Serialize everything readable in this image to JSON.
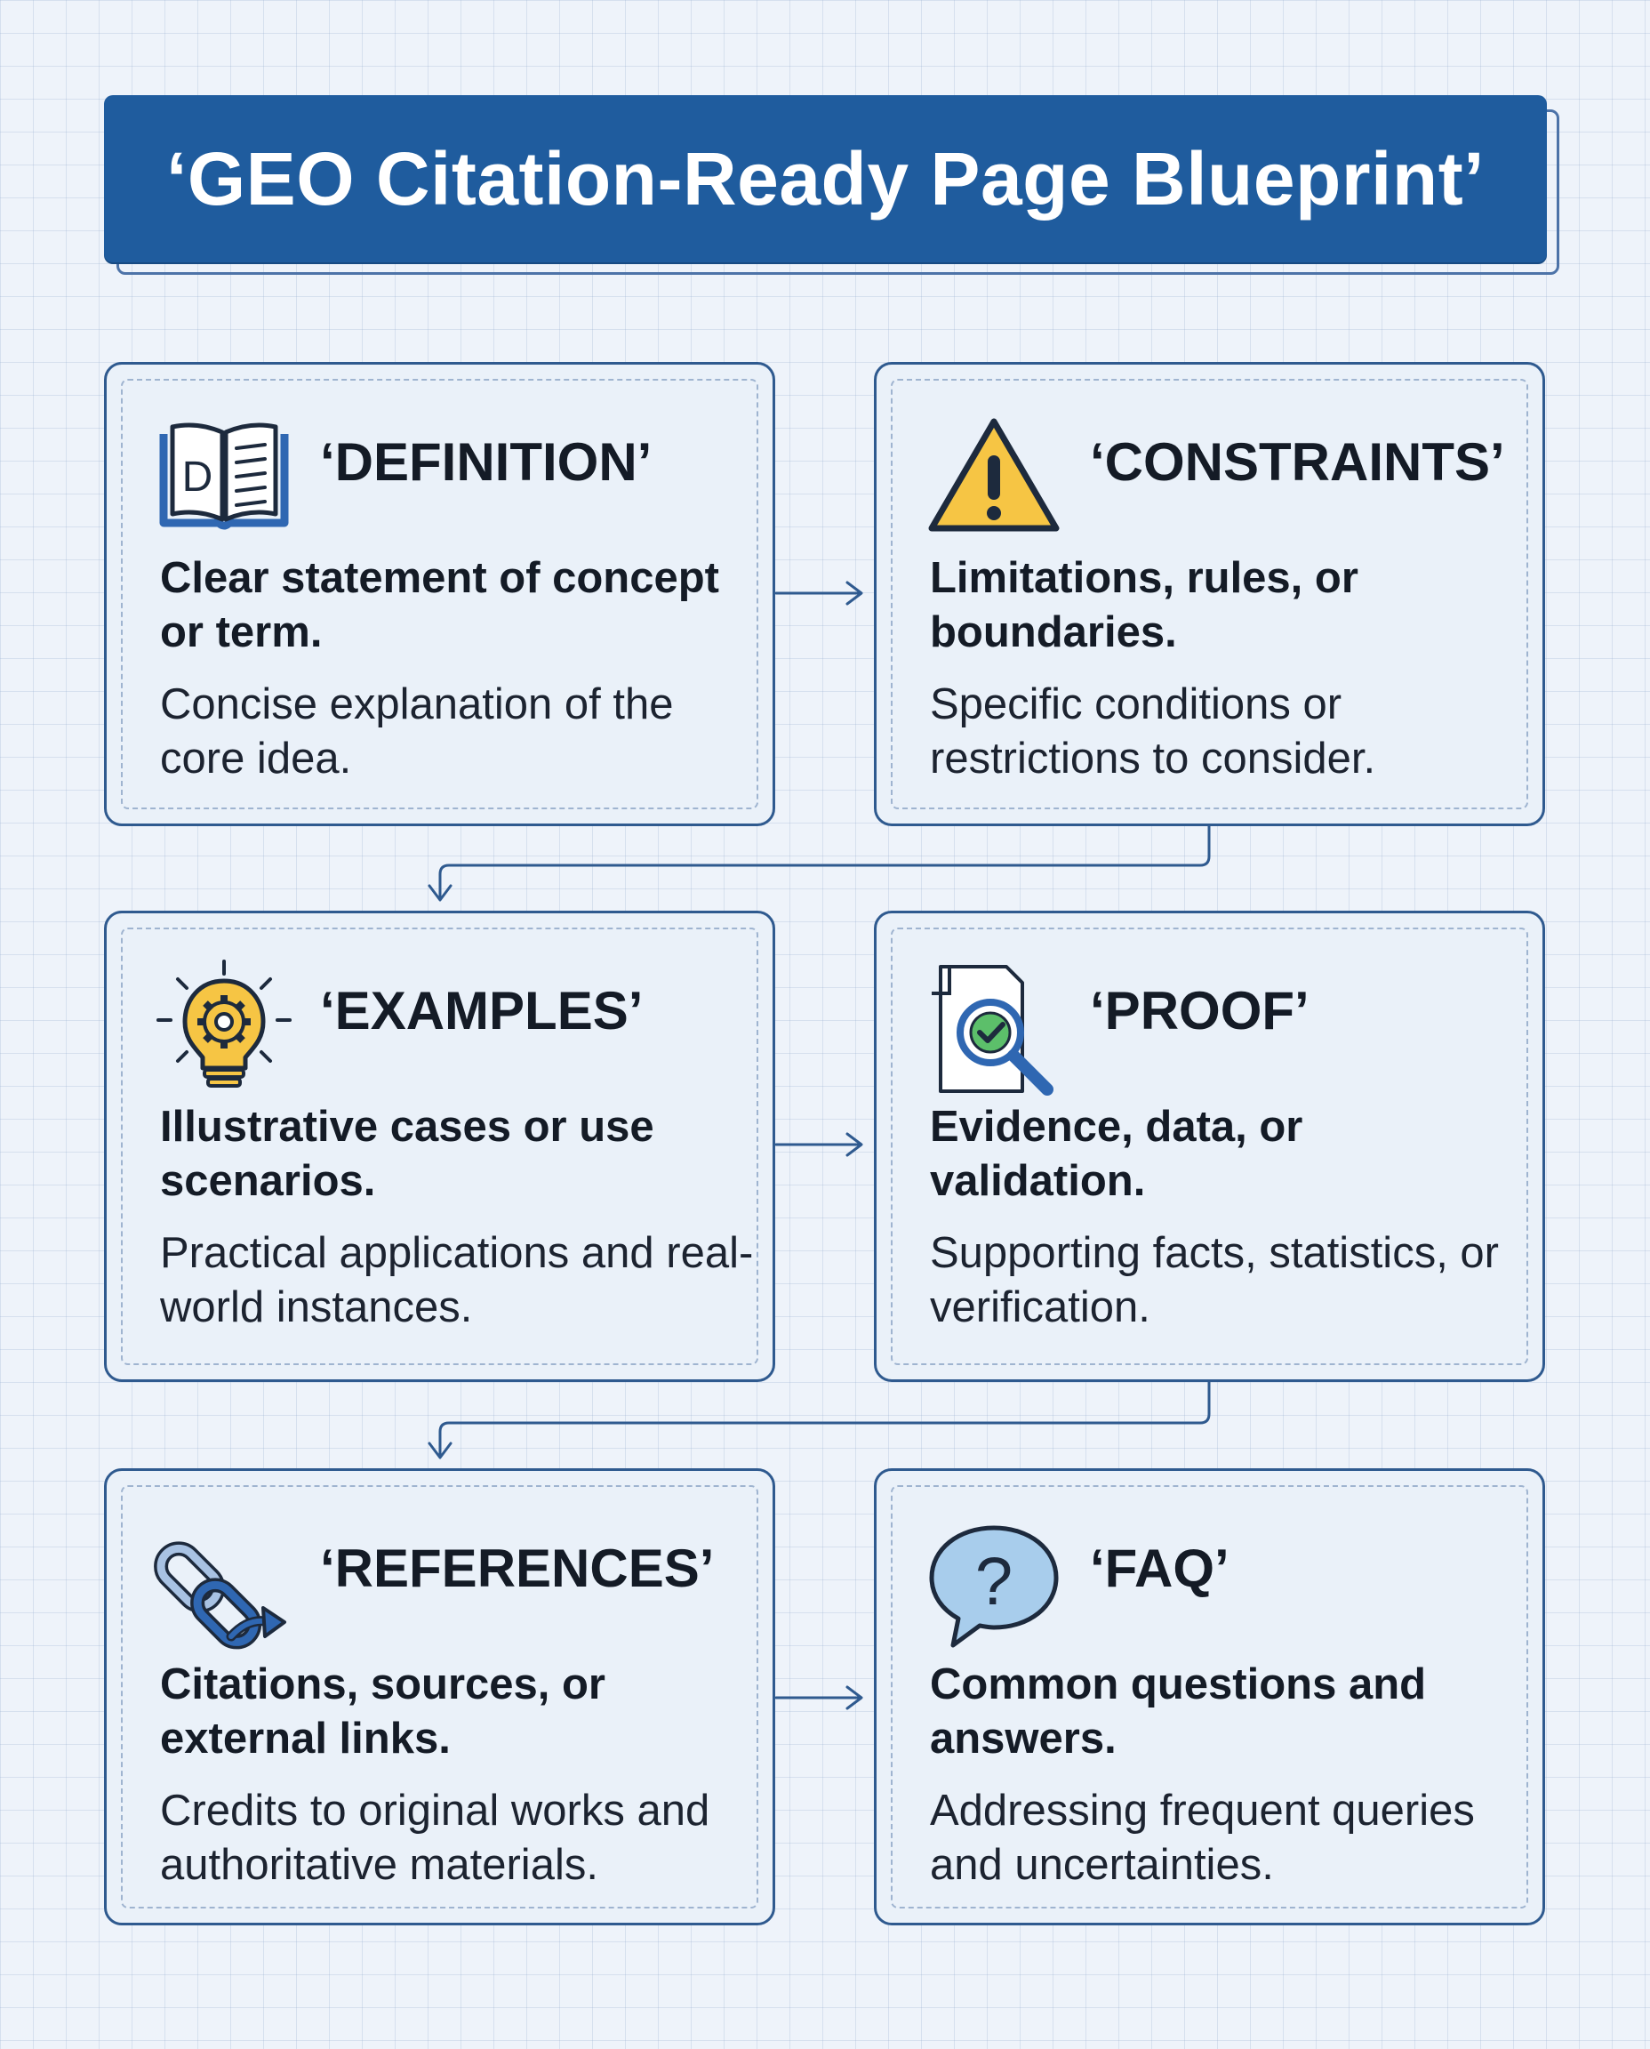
{
  "title": "‘GEO Citation-Ready Page Blueprint’",
  "cards": [
    {
      "icon": "open-book-icon",
      "icon_letter": "D",
      "title": "‘DEFINITION’",
      "bold": "Clear statement of concept or term.",
      "desc": "Concise explanation of the core idea."
    },
    {
      "icon": "warning-icon",
      "title": "‘CONSTRAINTS’",
      "bold": "Limitations, rules, or boundaries.",
      "desc": "Specific conditions or restrictions to consider."
    },
    {
      "icon": "lightbulb-gear-icon",
      "title": "‘EXAMPLES’",
      "bold": "Illustrative cases or use scenarios.",
      "desc": "Practical applications and real-world instances."
    },
    {
      "icon": "document-magnifier-check-icon",
      "title": "‘PROOF’",
      "bold": "Evidence, data, or validation.",
      "desc": "Supporting facts, statistics, or verification."
    },
    {
      "icon": "chain-link-icon",
      "title": "‘REFERENCES’",
      "bold": "Citations, sources, or external links.",
      "desc": "Credits to original works and authoritative materials."
    },
    {
      "icon": "question-bubble-icon",
      "icon_letter": "?",
      "title": "‘FAQ’",
      "bold": "Common questions and answers.",
      "desc": "Addressing frequent queries and uncertainties."
    }
  ],
  "colors": {
    "banner": "#1f5c9e",
    "card_border": "#2f5a8f",
    "connector": "#2f5a8f",
    "warning_fill": "#f6c544",
    "icon_blue": "#2f67b2"
  }
}
